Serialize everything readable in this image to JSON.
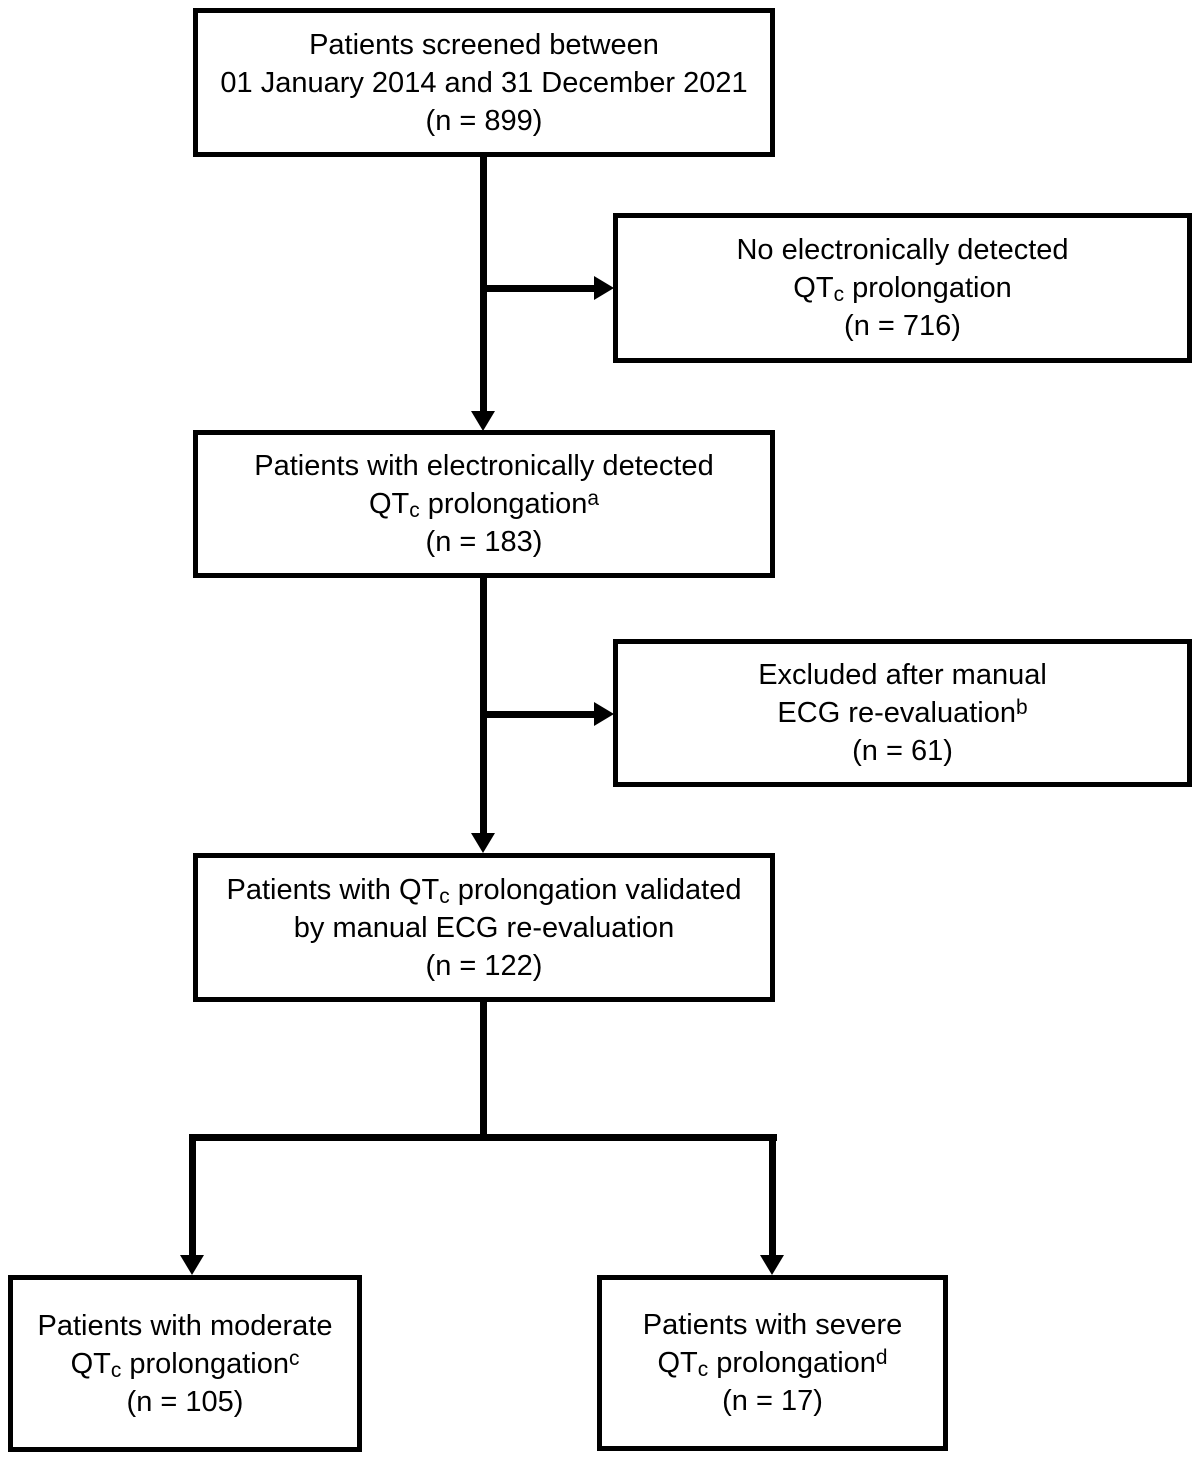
{
  "page": {
    "background": "#ffffff"
  },
  "style": {
    "line_color": "#000000",
    "box_border_color": "#000000",
    "box_fill": "#ffffff",
    "text_color": "#000000"
  },
  "flowchart": {
    "boxes": [
      {
        "id": "screened",
        "n": 899,
        "lines": [
          "Patients screened between",
          "01 January 2014 and 31 December 2021",
          "(n = 899)"
        ]
      },
      {
        "id": "no-electronically-detected-qtc-prolongation",
        "n": 716,
        "lines": [
          "No electronically detected",
          "QT_{c} prolongation",
          "(n = 716)"
        ]
      },
      {
        "id": "electronically-detected-qtc-prolongation",
        "n": 183,
        "lines": [
          "Patients with electronically detected",
          "QT_{c} prolongation^{a}",
          "(n = 183)"
        ]
      },
      {
        "id": "excluded-after-manual-ecg-re-evaluation",
        "n": 61,
        "lines": [
          "Excluded after manual",
          "ECG re-evaluation^{b}",
          "(n = 61)"
        ]
      },
      {
        "id": "validated-qtc-prolongation",
        "n": 122,
        "lines": [
          "Patients with QT_{c} prolongation validated",
          "by manual ECG re-evaluation",
          "(n = 122)"
        ]
      },
      {
        "id": "moderate-qtc-prolongation",
        "n": 105,
        "lines": [
          "Patients with moderate",
          "QT_{c} prolongation^{c}",
          "(n = 105)"
        ]
      },
      {
        "id": "severe-qtc-prolongation",
        "n": 17,
        "lines": [
          "Patients with severe",
          "QT_{c} prolongation^{d}",
          "(n = 17)"
        ]
      }
    ]
  }
}
